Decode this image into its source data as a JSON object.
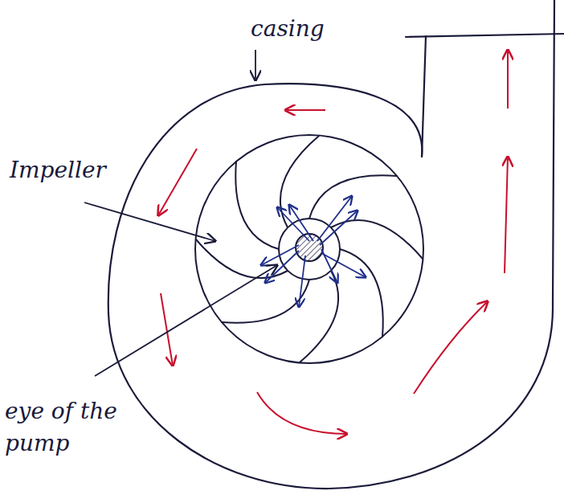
{
  "diagram": {
    "labels": [
      "casing",
      "Impeller",
      "eye of the pump"
    ]
  }
}
